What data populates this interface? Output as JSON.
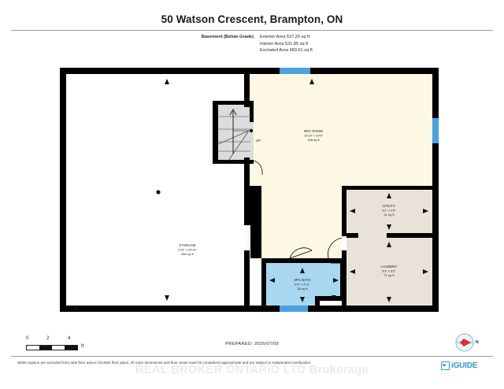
{
  "header": {
    "title": "50 Watson Crescent, Brampton, ON",
    "level_label": "Basement (Below Grade)",
    "areas": [
      "Exterior Area 637.20 sq ft",
      "Interior Area 531.85 sq ft",
      "Excluded Area 483.61 sq ft"
    ]
  },
  "rooms": [
    {
      "name": "REC ROOM",
      "dimensions": "19'10\" x 20'9\"",
      "area": "328 sq ft",
      "fill": "#fdf8e4"
    },
    {
      "name": "STORAGE",
      "dimensions": "21'5\" x 25'10\"",
      "area": "484 sq ft",
      "fill": "#ffffff"
    },
    {
      "name": "UTILITY",
      "dimensions": "9'1\" x 4'6\"",
      "area": "41 sq ft",
      "fill": "#e8e2d8"
    },
    {
      "name": "LAUNDRY",
      "dimensions": "8'9\" x 8'2\"",
      "area": "71 sq ft",
      "fill": "#e8e2d8"
    },
    {
      "name": "3PC BATH",
      "dimensions": "6'4\" x 4'11\"",
      "area": "36 sq ft",
      "fill": "#a8d8f0"
    }
  ],
  "stairs": {
    "direction_label": "UP"
  },
  "footer": {
    "scale_labels": [
      "0",
      "2",
      "4"
    ],
    "scale_unit": "ft",
    "prepared": "PREPARED: 2025/07/09",
    "compass_label": "N",
    "disclaimer": "White regions are excluded from total floor area in iGUIDE floor plans. All room dimensions and floor areas must be considered approximate and are subject to independent verification.",
    "watermark": "REAL BROKER ONTARIO LTD Brokerage",
    "brand": "iGUIDE"
  },
  "colors": {
    "wall": "#000000",
    "window": "#4aa3dd",
    "rec_room": "#fdf8e4",
    "utility": "#e8e2d8",
    "bath": "#a8d8f0",
    "excluded": "#ffffff",
    "brand_blue": "#2e9bd6",
    "compass_red": "#e03030"
  }
}
